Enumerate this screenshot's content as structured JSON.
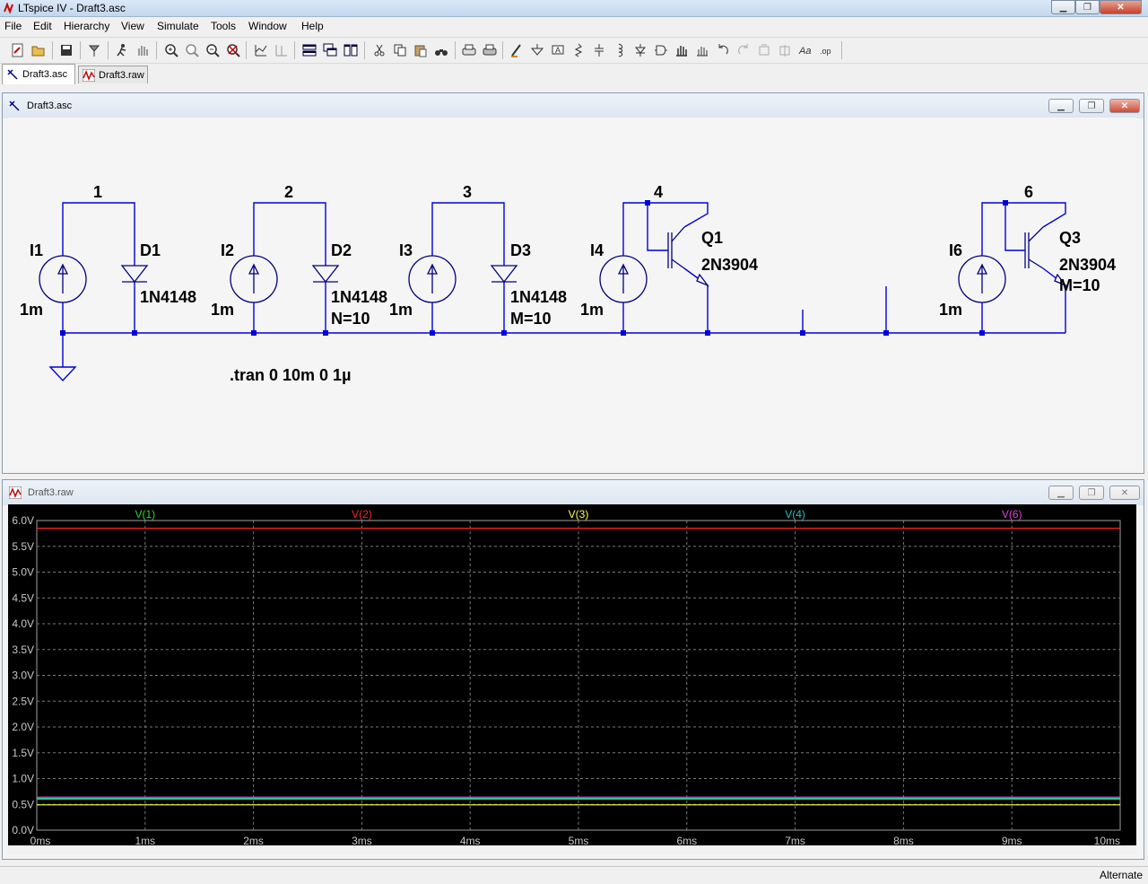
{
  "window": {
    "title": "LTspice IV - Draft3.asc",
    "minimize": "▁",
    "restore": "❐",
    "close": "✕"
  },
  "menu": [
    "File",
    "Edit",
    "Hierarchy",
    "View",
    "Simulate",
    "Tools",
    "Window",
    "Help"
  ],
  "toolbar_icons": [
    "new-schematic-icon",
    "open-icon",
    "save-icon",
    "control-panel-icon",
    "run-icon",
    "halt-icon",
    "zoom-in-icon",
    "zoom-pan-icon",
    "zoom-out-icon",
    "zoom-cancel-icon",
    "autorange-icon",
    "mark-icon",
    "tile-horizontal-icon",
    "cascade-icon",
    "tile-vertical-icon",
    "cut-icon",
    "copy-icon",
    "paste-icon",
    "find-icon",
    "print-setup-icon",
    "print-icon",
    "wire-icon",
    "ground-icon",
    "label-icon",
    "resistor-icon",
    "capacitor-icon",
    "inductor-icon",
    "diode-icon",
    "component-icon",
    "move-icon",
    "drag-icon",
    "undo-icon",
    "redo-icon",
    "rotate-icon",
    "mirror-icon",
    "text-icon",
    "spice-directive-icon"
  ],
  "tabs": [
    {
      "label": "Draft3.asc",
      "icon": "schematic-icon",
      "active": true
    },
    {
      "label": "Draft3.raw",
      "icon": "waveform-icon",
      "active": false
    }
  ],
  "schematic_window": {
    "title": "Draft3.asc",
    "node_labels": [
      "1",
      "2",
      "3",
      "4",
      "6"
    ],
    "components": [
      {
        "ref": "I1",
        "value": "1m"
      },
      {
        "ref": "D1",
        "value": "1N4148",
        "param": ""
      },
      {
        "ref": "I2",
        "value": "1m"
      },
      {
        "ref": "D2",
        "value": "1N4148",
        "param": "N=10"
      },
      {
        "ref": "I3",
        "value": "1m"
      },
      {
        "ref": "D3",
        "value": "1N4148",
        "param": "M=10"
      },
      {
        "ref": "I4",
        "value": "1m"
      },
      {
        "ref": "Q1",
        "value": "2N3904",
        "param": ""
      },
      {
        "ref": "I6",
        "value": "1m"
      },
      {
        "ref": "Q3",
        "value": "2N3904",
        "param": "M=10"
      }
    ],
    "directive": ".tran 0 10m 0 1µ"
  },
  "waveform_window": {
    "title": "Draft3.raw"
  },
  "chart_data": {
    "type": "line",
    "background": "#000000",
    "grid": true,
    "xlabel": "",
    "ylabel": "",
    "xlim": [
      0,
      10
    ],
    "ylim": [
      0,
      6.0
    ],
    "x_ticks": [
      "0ms",
      "1ms",
      "2ms",
      "3ms",
      "4ms",
      "5ms",
      "6ms",
      "7ms",
      "8ms",
      "9ms",
      "10ms"
    ],
    "y_ticks": [
      "0.0V",
      "0.5V",
      "1.0V",
      "1.5V",
      "2.0V",
      "2.5V",
      "3.0V",
      "3.5V",
      "4.0V",
      "4.5V",
      "5.0V",
      "5.5V",
      "6.0V"
    ],
    "series": [
      {
        "name": "V(1)",
        "color": "#22dd22",
        "x": [
          0,
          10
        ],
        "y": [
          0.6,
          0.6
        ]
      },
      {
        "name": "V(2)",
        "color": "#ff2020",
        "x": [
          0,
          10
        ],
        "y": [
          5.85,
          5.85
        ]
      },
      {
        "name": "V(3)",
        "color": "#ffff40",
        "x": [
          0,
          10
        ],
        "y": [
          0.49,
          0.49
        ]
      },
      {
        "name": "V(4)",
        "color": "#20c0c0",
        "x": [
          0,
          10
        ],
        "y": [
          0.62,
          0.62
        ]
      },
      {
        "name": "V(6)",
        "color": "#e040e0",
        "x": [
          0,
          10
        ],
        "y": [
          0.64,
          0.64
        ]
      }
    ]
  },
  "status": {
    "text": "Alternate"
  },
  "colors": {
    "wire": "#0000dd",
    "symbol": "#000080",
    "grid": "#808080"
  }
}
